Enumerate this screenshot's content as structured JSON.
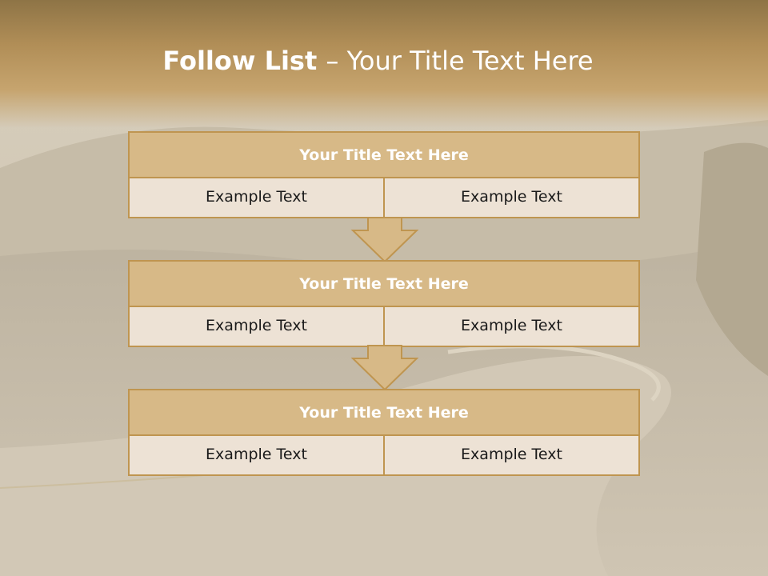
{
  "slide": {
    "title_bold": "Follow List ",
    "title_rest": " – Your Title Text Here"
  },
  "blocks": [
    {
      "title": "Your Title Text Here",
      "left": "Example Text",
      "right": "Example Text"
    },
    {
      "title": "Your Title Text Here",
      "left": "Example Text",
      "right": "Example Text"
    },
    {
      "title": "Your Title Text Here",
      "left": "Example Text",
      "right": "Example Text"
    }
  ],
  "colors": {
    "header_fill": "#d7b987",
    "cell_fill": "#ede2d5",
    "border": "#bf9550",
    "title_band": "#b18e57"
  }
}
